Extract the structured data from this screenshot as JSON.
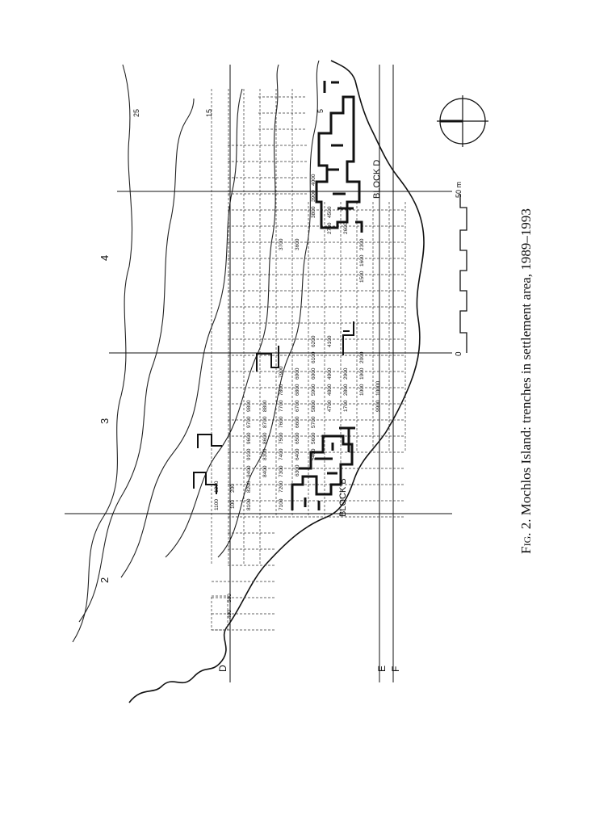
{
  "caption": {
    "fig_label": "Fig. 2.",
    "text": "Mochlos Island: trenches in settlement area, 1989–1993"
  },
  "contours": [
    "25",
    "15",
    "5"
  ],
  "grid_lines": [
    "D",
    "E",
    "F",
    "2",
    "3",
    "4"
  ],
  "blocks": [
    "BLOCK B",
    "BLOCK D"
  ],
  "scale": {
    "start": "0",
    "end": "50 m"
  },
  "trenches": [
    "400",
    "500",
    "1100",
    "1200",
    "100",
    "200",
    "8100",
    "8200",
    "9400",
    "9100",
    "9600",
    "9700",
    "9800",
    "8400",
    "8300",
    "8600",
    "8700",
    "8800",
    "7100",
    "7200",
    "7300",
    "7400",
    "7500",
    "7600",
    "7700",
    "7800",
    "7900",
    "6300",
    "6400",
    "6500",
    "6600",
    "6700",
    "6800",
    "6900",
    "5400",
    "5600",
    "5700",
    "5800",
    "5900",
    "6000",
    "6100",
    "6200",
    "4700",
    "4800",
    "4900",
    "4100",
    "1700",
    "2800",
    "2900",
    "1000",
    "1900",
    "2000",
    "9900",
    "10000",
    "1500",
    "1600",
    "2300",
    "2600",
    "2700",
    "3600",
    "3700",
    "3800",
    "3900",
    "4000",
    "4500"
  ]
}
